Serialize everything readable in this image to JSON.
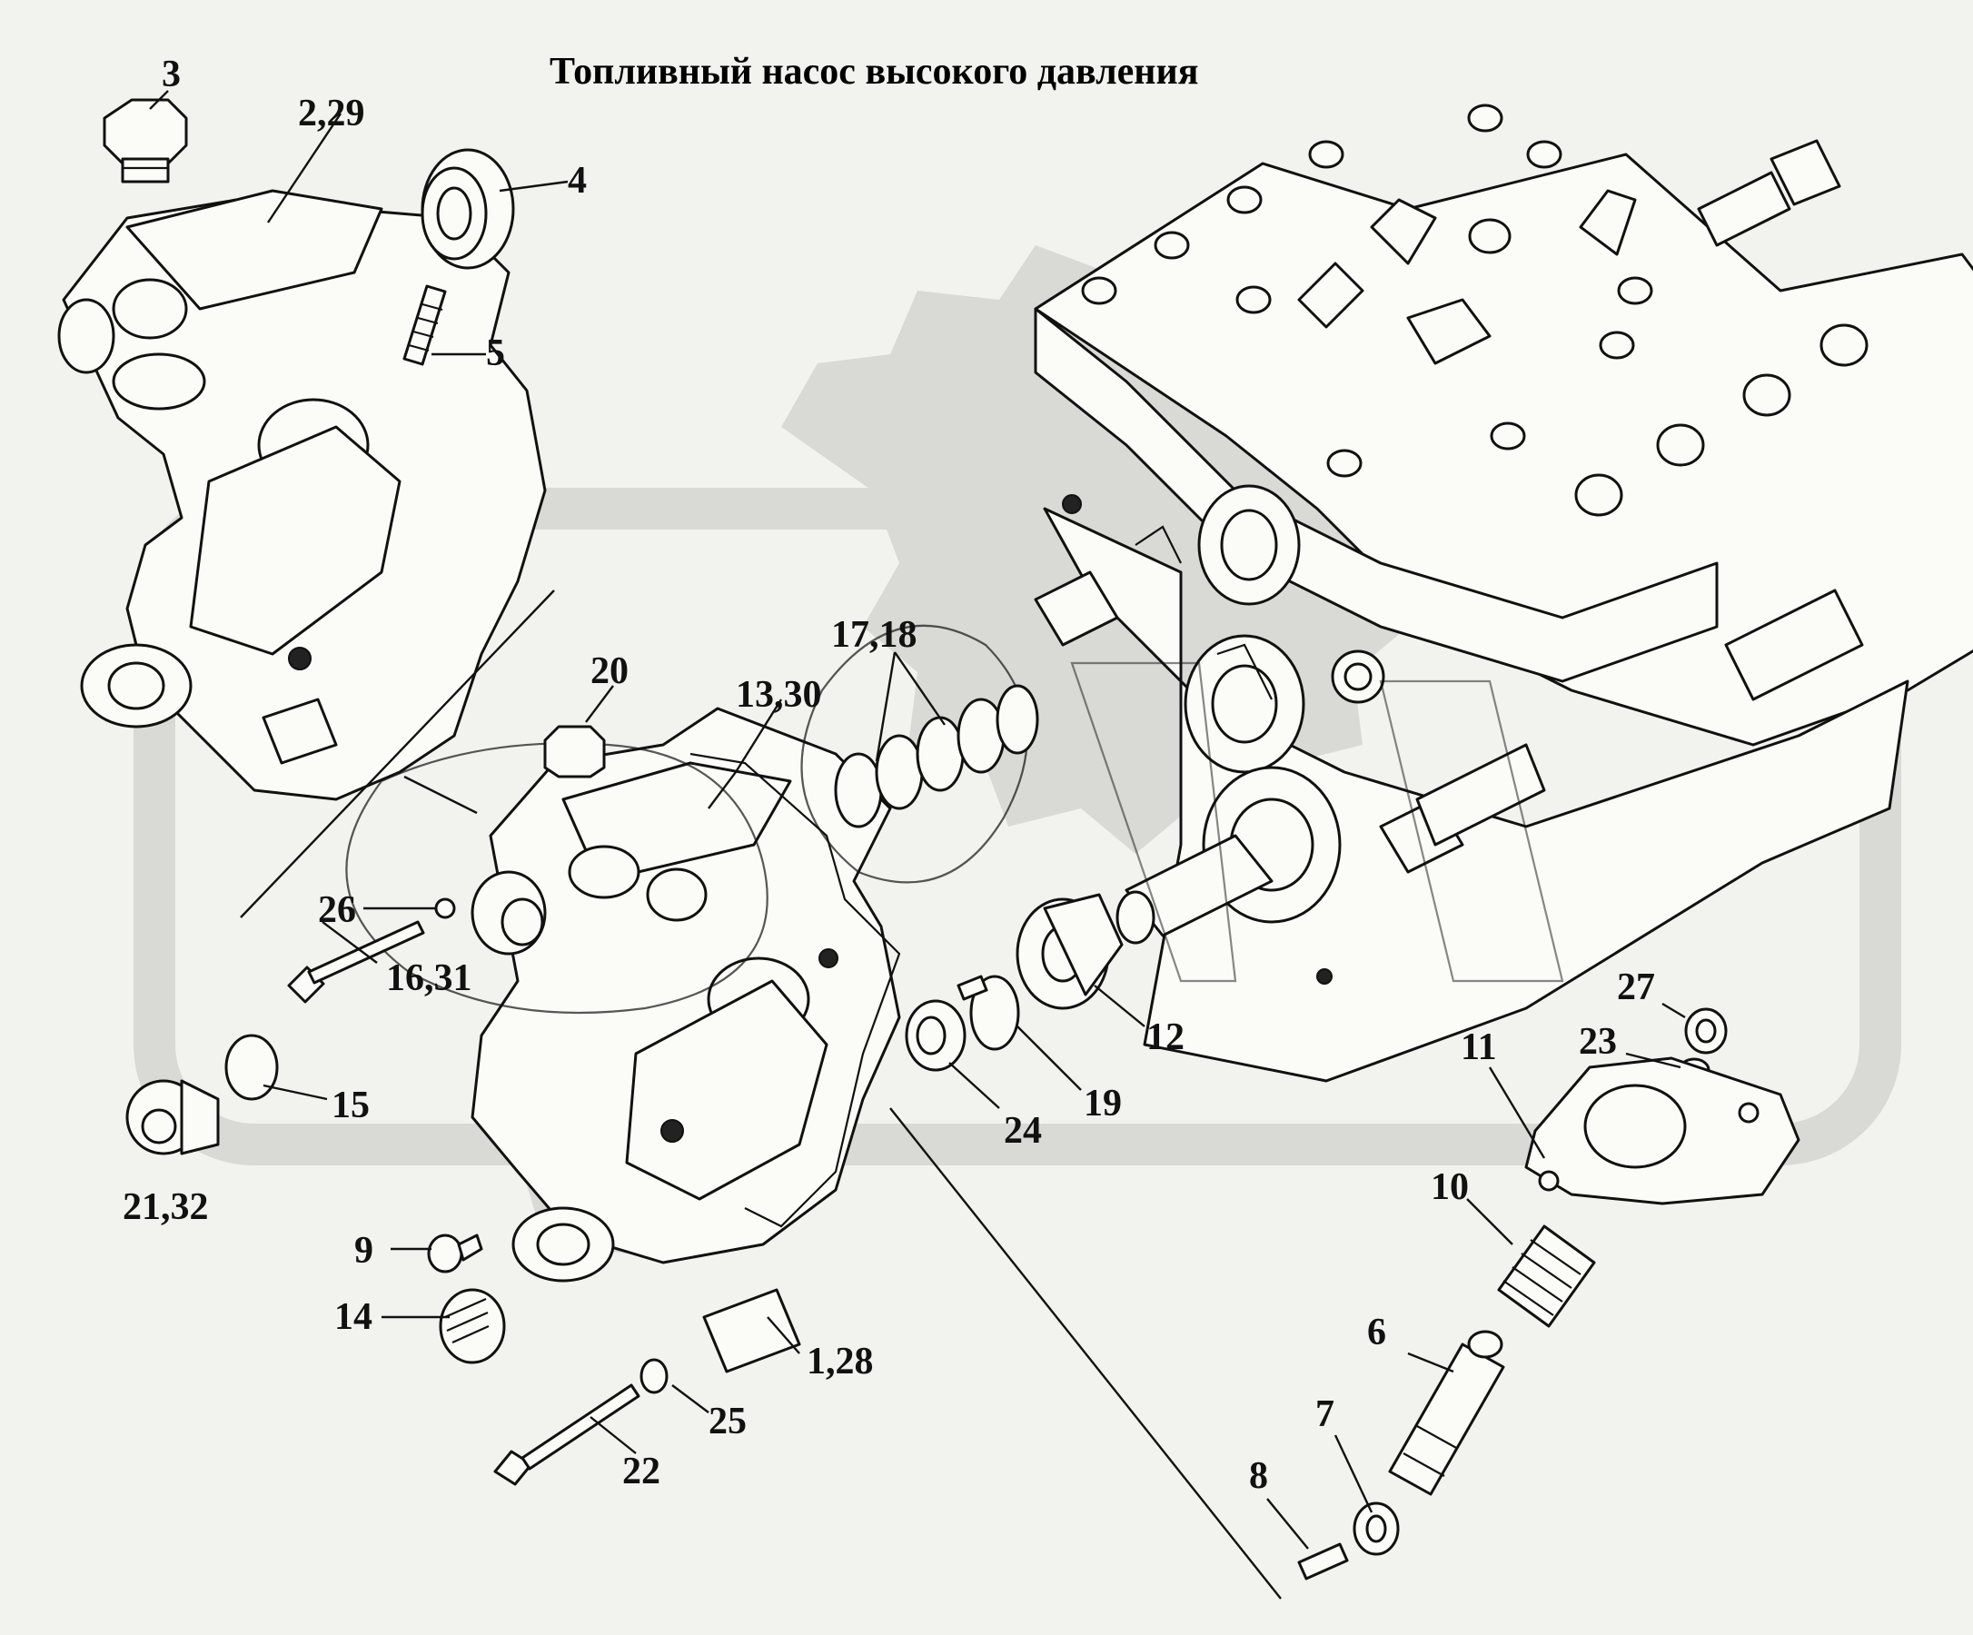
{
  "title": "Топливный насос высокого давления",
  "callouts": [
    {
      "id": "c-3",
      "text": "3"
    },
    {
      "id": "c-2-29",
      "text": "2,29"
    },
    {
      "id": "c-4",
      "text": "4"
    },
    {
      "id": "c-5",
      "text": "5"
    },
    {
      "id": "c-20",
      "text": "20"
    },
    {
      "id": "c-13-30",
      "text": "13,30"
    },
    {
      "id": "c-17-18",
      "text": "17,18"
    },
    {
      "id": "c-26",
      "text": "26"
    },
    {
      "id": "c-16-31",
      "text": "16,31"
    },
    {
      "id": "c-15",
      "text": "15"
    },
    {
      "id": "c-21-32",
      "text": "21,32"
    },
    {
      "id": "c-9",
      "text": "9"
    },
    {
      "id": "c-14",
      "text": "14"
    },
    {
      "id": "c-1-28",
      "text": "1,28"
    },
    {
      "id": "c-25",
      "text": "25"
    },
    {
      "id": "c-22",
      "text": "22"
    },
    {
      "id": "c-24",
      "text": "24"
    },
    {
      "id": "c-19",
      "text": "19"
    },
    {
      "id": "c-12",
      "text": "12"
    },
    {
      "id": "c-27",
      "text": "27"
    },
    {
      "id": "c-23",
      "text": "23"
    },
    {
      "id": "c-11",
      "text": "11"
    },
    {
      "id": "c-10",
      "text": "10"
    },
    {
      "id": "c-6",
      "text": "6"
    },
    {
      "id": "c-7",
      "text": "7"
    },
    {
      "id": "c-8",
      "text": "8"
    }
  ]
}
